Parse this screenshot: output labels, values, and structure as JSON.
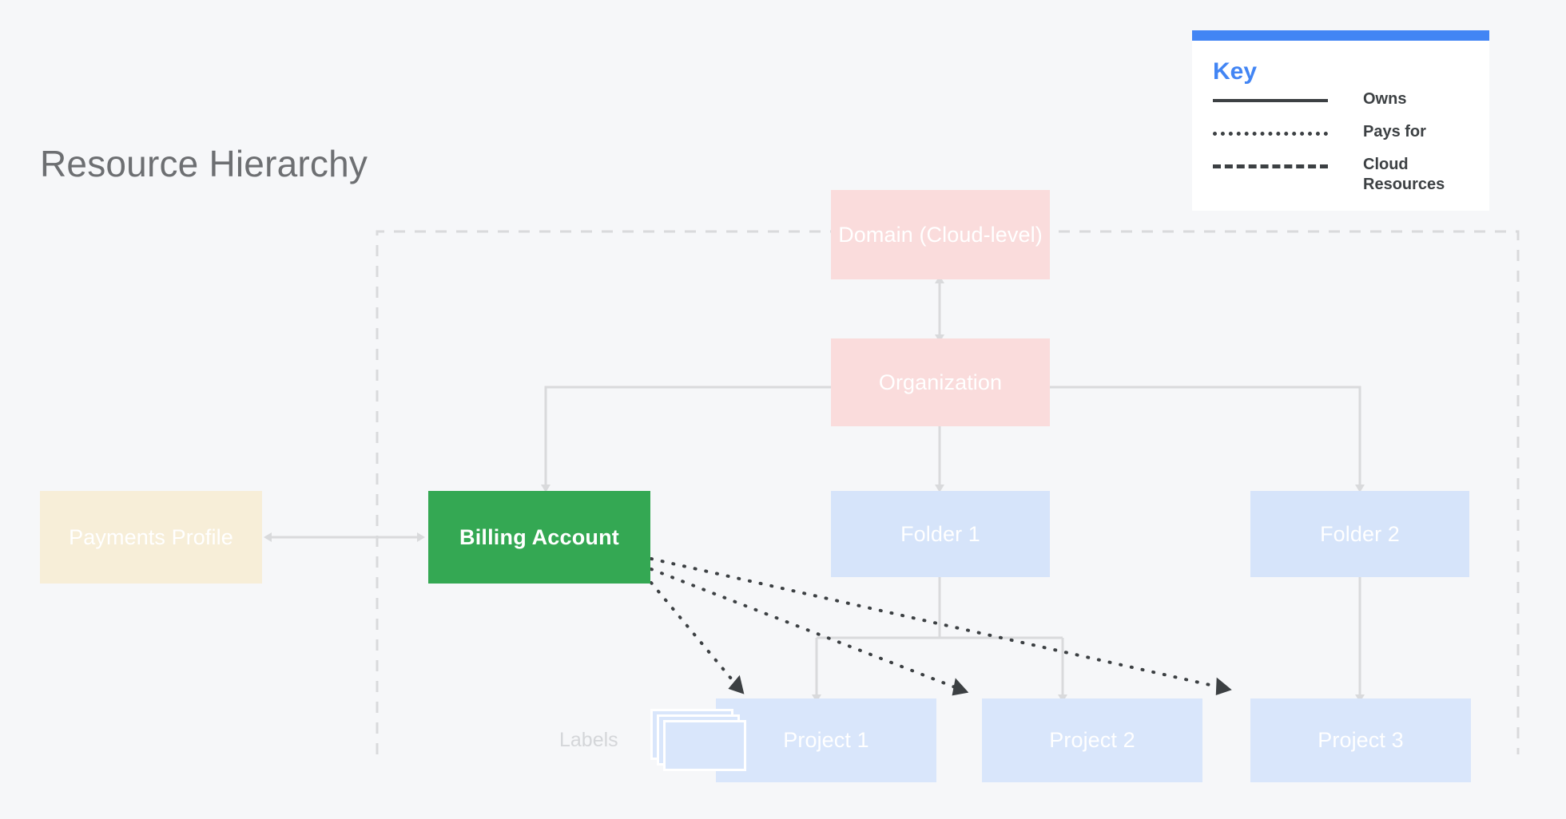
{
  "page": {
    "title": "Resource Hierarchy",
    "background_color": "#f6f7f9"
  },
  "legend": {
    "title": "Key",
    "accent_color": "#4285f4",
    "line_color": "#3c4043",
    "items": [
      {
        "style": "solid",
        "label": "Owns"
      },
      {
        "style": "dotted",
        "label": "Pays for"
      },
      {
        "style": "dashed",
        "label": "Cloud Resources"
      }
    ]
  },
  "nodes": {
    "domain": {
      "label": "Domain (Cloud-level)",
      "color": "#fadcdc",
      "text_color": "#ffffff"
    },
    "organization": {
      "label": "Organization",
      "color": "#fadcdc",
      "text_color": "#ffffff"
    },
    "payments_profile": {
      "label": "Payments Profile",
      "color": "#f7eed8",
      "text_color": "#ffffff"
    },
    "billing_account": {
      "label": "Billing Account",
      "color": "#34a853",
      "text_color": "#ffffff"
    },
    "folder_1": {
      "label": "Folder 1",
      "color": "#d6e4fa",
      "text_color": "#ffffff"
    },
    "folder_2": {
      "label": "Folder 2",
      "color": "#d6e4fa",
      "text_color": "#ffffff"
    },
    "project_1": {
      "label": "Project 1",
      "color": "#d9e6fb",
      "text_color": "#ffffff"
    },
    "project_2": {
      "label": "Project 2",
      "color": "#d9e6fb",
      "text_color": "#ffffff"
    },
    "project_3": {
      "label": "Project 3",
      "color": "#d9e6fb",
      "text_color": "#ffffff"
    }
  },
  "annotations": {
    "labels_caption": "Labels"
  },
  "edges": {
    "owns_color": "#d9dadc",
    "pays_for_color": "#3c4043",
    "cloud_resources_boundary_color": "#d9dadc",
    "connections": [
      {
        "from": "domain",
        "to": "organization",
        "type": "owns",
        "bidirectional": true
      },
      {
        "from": "organization",
        "to": "billing_account",
        "type": "owns",
        "bidirectional": false
      },
      {
        "from": "organization",
        "to": "folder_1",
        "type": "owns",
        "bidirectional": false
      },
      {
        "from": "organization",
        "to": "folder_2",
        "type": "owns",
        "bidirectional": false
      },
      {
        "from": "payments_profile",
        "to": "billing_account",
        "type": "owns",
        "bidirectional": true
      },
      {
        "from": "folder_1",
        "to": "project_1",
        "type": "owns",
        "bidirectional": false
      },
      {
        "from": "folder_1",
        "to": "project_2",
        "type": "owns",
        "bidirectional": false
      },
      {
        "from": "folder_2",
        "to": "project_3",
        "type": "owns",
        "bidirectional": false
      },
      {
        "from": "billing_account",
        "to": "project_1",
        "type": "pays_for",
        "bidirectional": false
      },
      {
        "from": "billing_account",
        "to": "project_2",
        "type": "pays_for",
        "bidirectional": false
      },
      {
        "from": "billing_account",
        "to": "project_3",
        "type": "pays_for",
        "bidirectional": false
      }
    ]
  }
}
